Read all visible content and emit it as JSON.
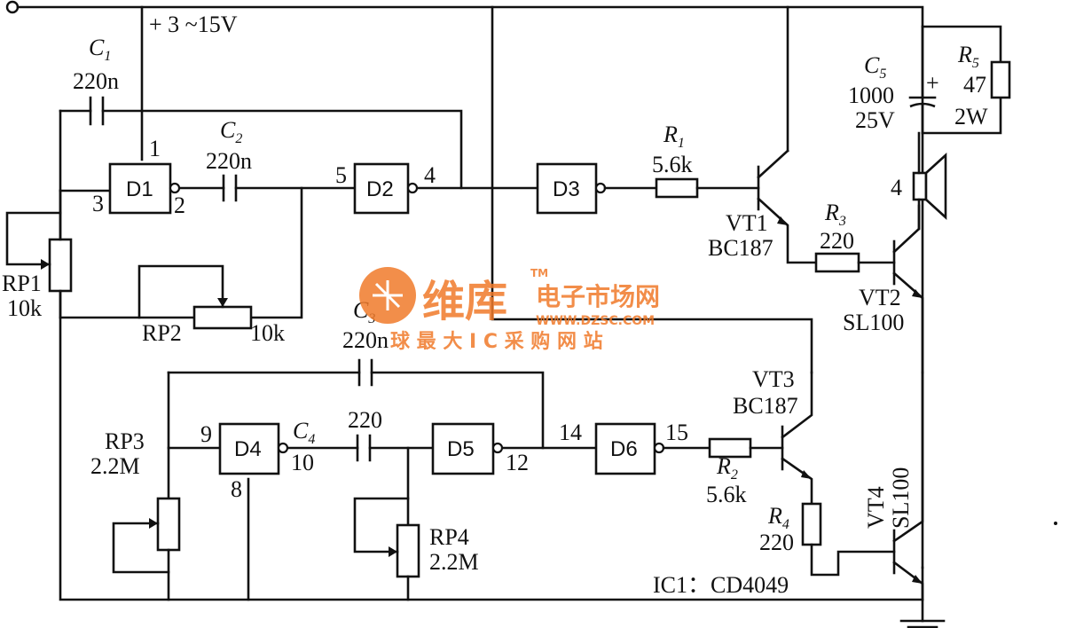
{
  "supply": "+ 3 ~15V",
  "ic": "IC1：CD4049",
  "gates": {
    "D1": {
      "name": "D1",
      "pin_in": "3",
      "pin_out": "2",
      "pin_vdd": "1"
    },
    "D2": {
      "name": "D2",
      "pin_in": "5",
      "pin_out": "4"
    },
    "D3": {
      "name": "D3"
    },
    "D4": {
      "name": "D4",
      "pin_in": "9",
      "pin_out": "10",
      "pin_gnd": "8"
    },
    "D5": {
      "name": "D5",
      "pin_out": "12"
    },
    "D6": {
      "name": "D6",
      "pin_in": "14",
      "pin_out": "15"
    }
  },
  "components": {
    "C1": {
      "name": "C",
      "sub": "1",
      "value": "220n"
    },
    "C2": {
      "name": "C",
      "sub": "2",
      "value": "220n"
    },
    "C3": {
      "name": "C",
      "sub": "3",
      "value": "220n"
    },
    "C4": {
      "name": "C",
      "sub": "4",
      "value": "220"
    },
    "C5": {
      "name": "C",
      "sub": "5",
      "value1": "1000",
      "value2": "25V",
      "plus": "+"
    },
    "R1": {
      "name": "R",
      "sub": "1",
      "value": "5.6k"
    },
    "R2": {
      "name": "R",
      "sub": "2",
      "value": "5.6k"
    },
    "R3": {
      "name": "R",
      "sub": "3",
      "value": "220"
    },
    "R4": {
      "name": "R",
      "sub": "4",
      "value": "220"
    },
    "R5": {
      "name": "R",
      "sub": "5",
      "value1": "47",
      "value2": "2W"
    },
    "RP1": {
      "name": "RP1",
      "value": "10k"
    },
    "RP2": {
      "name": "RP2",
      "value": "10k"
    },
    "RP3": {
      "name": "RP3",
      "value": "2.2M"
    },
    "RP4": {
      "name": "RP4",
      "value": "2.2M"
    },
    "VT1": {
      "name": "VT1",
      "part": "BC187"
    },
    "VT2": {
      "name": "VT2",
      "part": "SL100"
    },
    "VT3": {
      "name": "VT3",
      "part": "BC187"
    },
    "VT4": {
      "name": "VT4",
      "part": "SL100"
    },
    "speaker": {
      "value": "4"
    }
  },
  "watermark": {
    "brand": "维库",
    "title": "电子市场网",
    "tm": "TM",
    "url": "WWW.DZSC.COM",
    "slogan": "球 最 大 I C 采 购 网 站",
    "color": "#f07a2a"
  }
}
